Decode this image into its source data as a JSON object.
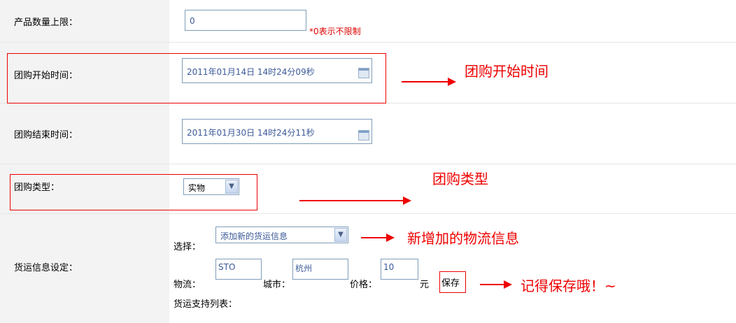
{
  "form": {
    "qty_limit": {
      "label": "产品数量上限：",
      "value": "0",
      "hint": "*0表示不限制"
    },
    "start_time": {
      "label": "团购开始时间：",
      "value": "2011年01月14日 14时24分09秒"
    },
    "end_time": {
      "label": "团购结束时间：",
      "value": "2011年01月30日 14时24分11秒"
    },
    "deal_type": {
      "label": "团购类型：",
      "selected": "实物"
    },
    "shipping": {
      "label": "货运信息设定：",
      "select_label": "选择：",
      "select_value": "添加新的货运信息",
      "carrier_label": "物流：",
      "carrier_value": "STO",
      "city_label": "城市：",
      "city_value": "杭州",
      "price_label": "价格：",
      "price_value": "10",
      "unit": "元",
      "save_label": "保存",
      "list_label": "货运支持列表："
    }
  },
  "annotations": {
    "start_time": "团购开始时间",
    "deal_type": "团购类型",
    "shipping": "新增加的物流信息",
    "save": "记得保存哦！~"
  },
  "colors": {
    "annotation": "#ee0000",
    "input_border": "#7f9db9",
    "label_bg": "#f3f3f3"
  }
}
